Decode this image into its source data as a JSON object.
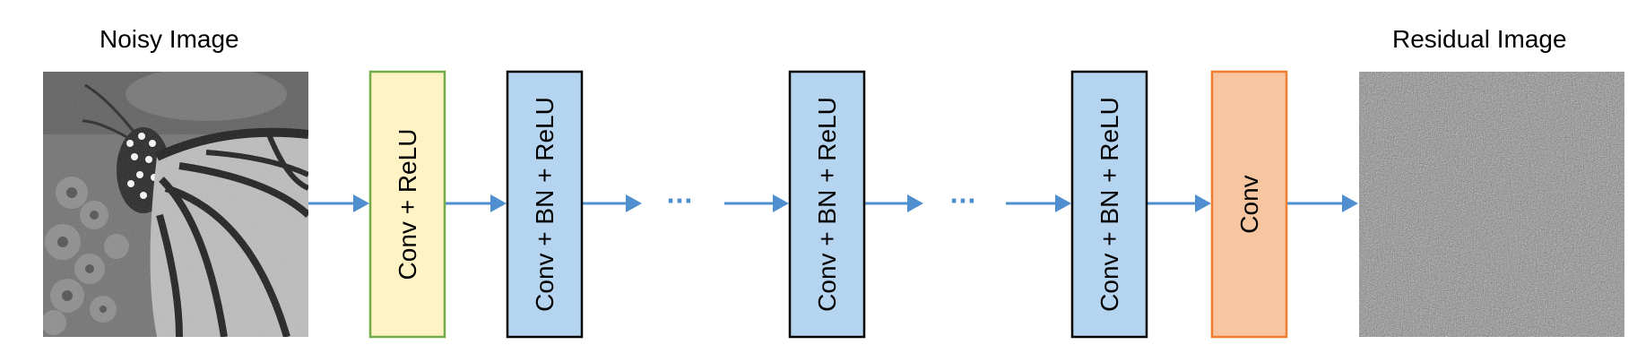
{
  "titles": {
    "input_image": "Noisy Image",
    "output_image": "Residual Image"
  },
  "blocks": [
    {
      "label": "Conv + ReLU",
      "fill": "#fff2c4",
      "stroke": "#70ad47"
    },
    {
      "label": "Conv + BN + ReLU",
      "fill": "#b5d4f0",
      "stroke": "#000000"
    },
    {
      "label": "Conv + BN + ReLU",
      "fill": "#b5d4f0",
      "stroke": "#000000"
    },
    {
      "label": "Conv + BN + ReLU",
      "fill": "#b5d4f0",
      "stroke": "#000000"
    },
    {
      "label": "Conv",
      "fill": "#f7c6a1",
      "stroke": "#ed7d31"
    }
  ],
  "ellipsis": "···",
  "colors": {
    "arrow": "#4f8fcf"
  },
  "icons": {
    "input_image": "butterfly-photo",
    "output_image": "noise-texture"
  }
}
